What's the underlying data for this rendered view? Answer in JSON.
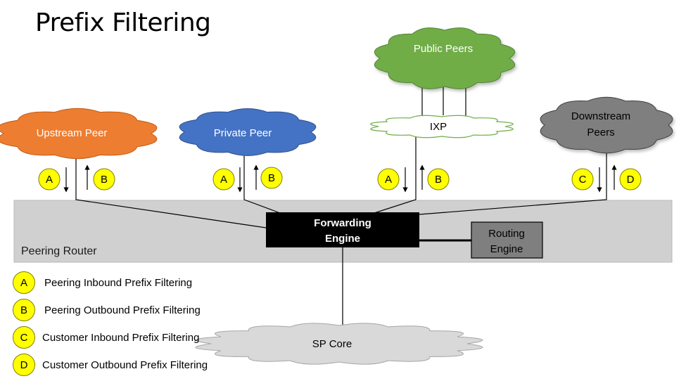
{
  "title": "Prefix Filtering",
  "nodes": {
    "upstream_peer": "Upstream Peer",
    "private_peer": "Private Peer",
    "public_peers": "Public Peers",
    "ixp": "IXP",
    "downstream_peers_line1": "Downstream",
    "downstream_peers_line2": "Peers",
    "peering_router": "Peering Router",
    "forwarding_engine_line1": "Forwarding",
    "forwarding_engine_line2": "Engine",
    "routing_engine_line1": "Routing",
    "routing_engine_line2": "Engine",
    "sp_core": "SP Core"
  },
  "badges": {
    "upstream": [
      "A",
      "B"
    ],
    "private": [
      "A",
      "B"
    ],
    "ixp": [
      "A",
      "B"
    ],
    "downstream": [
      "C",
      "D"
    ]
  },
  "legend": [
    {
      "badge": "A",
      "text": "Peering Inbound Prefix Filtering"
    },
    {
      "badge": "B",
      "text": "Peering Outbound Prefix Filtering"
    },
    {
      "badge": "C",
      "text": "Customer Inbound Prefix Filtering"
    },
    {
      "badge": "D",
      "text": "Customer Outbound Prefix Filtering"
    }
  ],
  "colors": {
    "upstream": "#ed7d31",
    "private": "#4472c4",
    "public": "#70ad47",
    "downstream": "#7f7f7f",
    "badge": "#ffff00",
    "router_band": "#d0d0d0",
    "core": "#d9d9d9"
  }
}
